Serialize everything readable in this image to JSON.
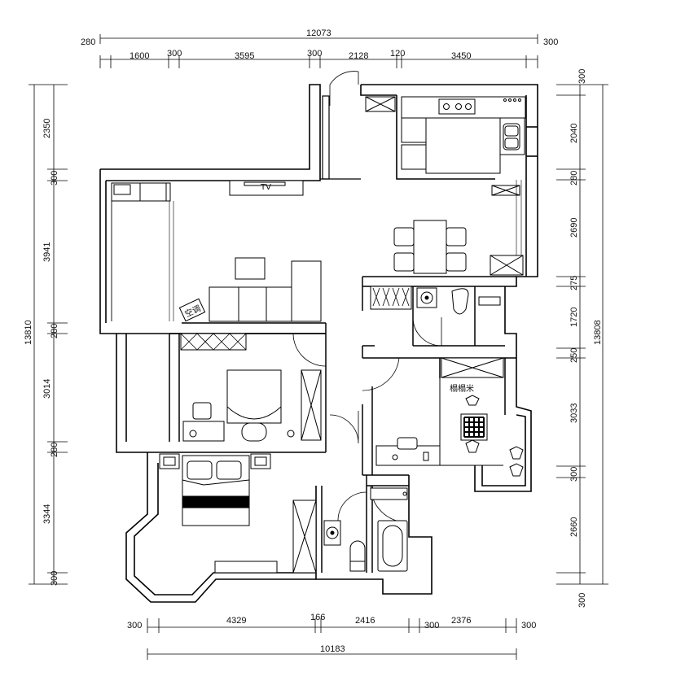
{
  "dimensions": {
    "top_total": "12073",
    "top_total_left": "280",
    "top_total_right": "300",
    "top_segments": [
      "1600",
      "300",
      "3595",
      "300",
      "2128",
      "120",
      "3450"
    ],
    "bottom_segments": [
      "300",
      "4329",
      "166",
      "2416",
      "300",
      "2376",
      "300"
    ],
    "bottom_total": "10183",
    "left_total": "13810",
    "left_segments": [
      "2350",
      "300",
      "3941",
      "280",
      "3014",
      "280",
      "3344",
      "300"
    ],
    "right_total": "13808",
    "right_segments": [
      "300",
      "2040",
      "280",
      "2690",
      "275",
      "1720",
      "250",
      "3033",
      "300",
      "2660",
      "300"
    ]
  },
  "labels": {
    "tv": "TV",
    "ac": "空调",
    "tatami": "榻榻米"
  },
  "colors": {
    "line": "#000000",
    "background": "#ffffff"
  }
}
